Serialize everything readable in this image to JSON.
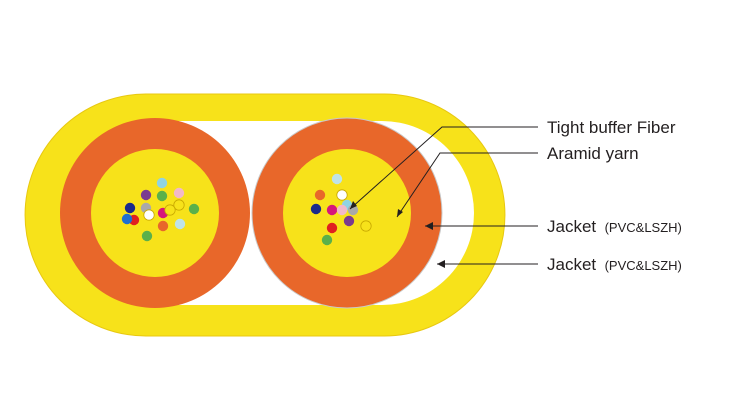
{
  "labels": {
    "tight_buffer_fiber": "Tight buffer Fiber",
    "aramid_yarn": "Aramid yarn",
    "inner_jacket_prefix": "Jacket",
    "inner_jacket_material": "(PVC&LSZH)",
    "outer_jacket_prefix": "Jacket",
    "outer_jacket_material": "(PVC&LSZH)"
  },
  "colors": {
    "outer_jacket": "#f7e21a",
    "inner_jacket": "#e8672a",
    "aramid_yarn": "#f7e21a",
    "gap": "#ffffff",
    "leader_line": "#231f20"
  },
  "fiber_colors": {
    "left_unit": [
      "#8fd3e3",
      "#7a3b8f",
      "#5bb04a",
      "#f2b9c8",
      "#f7e21a",
      "#a9a9a9",
      "#1a2a8c",
      "#ffffff",
      "#d6167b",
      "#f7e21a",
      "#bfe3e8",
      "#5bb04a",
      "#e8672a",
      "#e02020",
      "#1e6fd1",
      "#5bb04a"
    ],
    "right_unit": [
      "#bfe3e8",
      "#1a2a8c",
      "#ffffff",
      "#d6167b",
      "#e8672a",
      "#7a3b8f",
      "#f7e21a",
      "#e02020",
      "#5bb04a",
      "#8fd3e3",
      "#a9a9a9",
      "#f2b9c8"
    ]
  }
}
